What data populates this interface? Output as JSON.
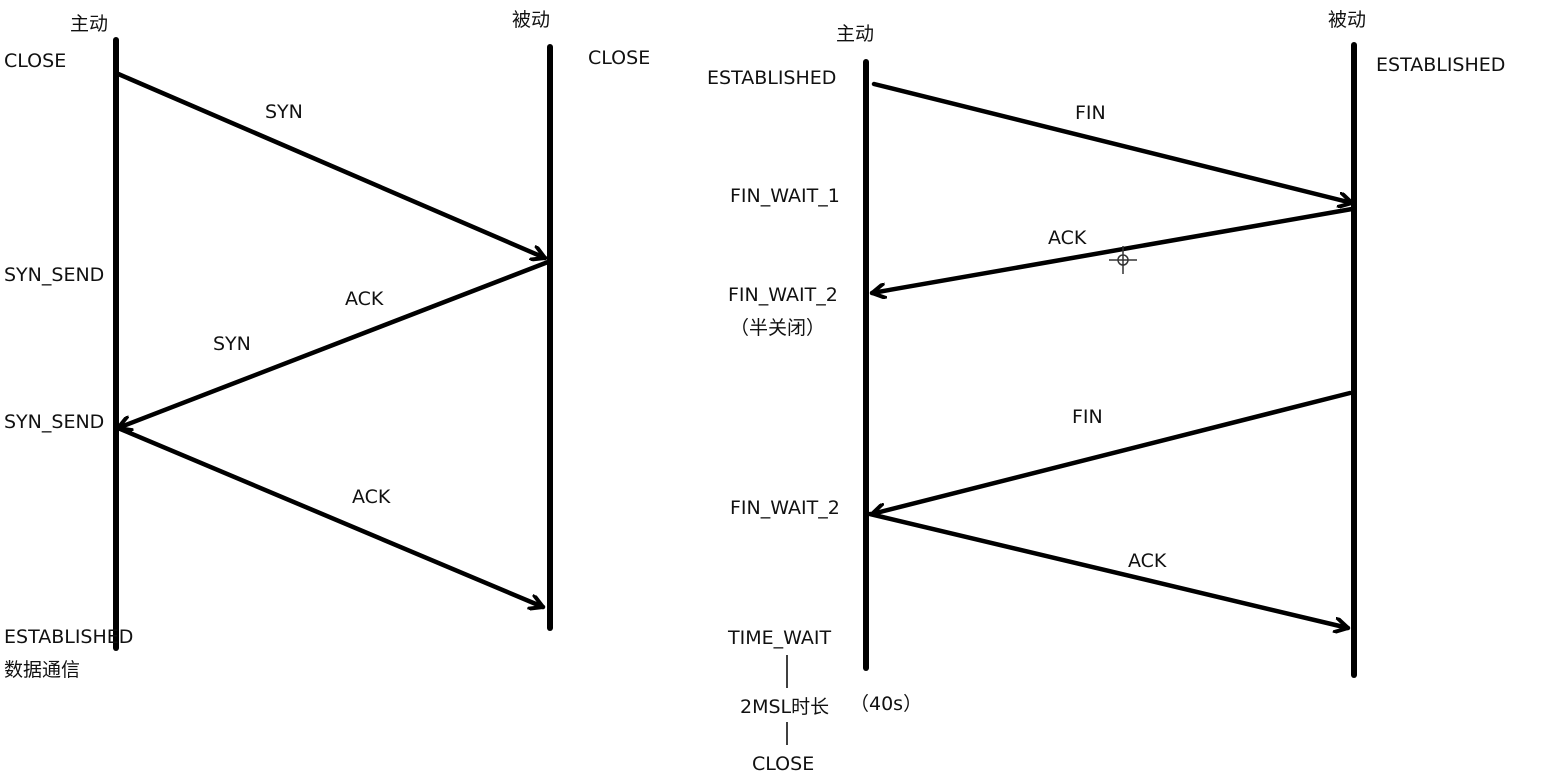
{
  "handshake": {
    "active_label": "主动",
    "passive_label": "被动",
    "states_active": [
      "CLOSE",
      "SYN_SEND",
      "SYN_SEND",
      "ESTABLISHED",
      "数据通信"
    ],
    "state_passive": "CLOSE",
    "messages": {
      "syn1": "SYN",
      "ack2": "ACK",
      "syn2": "SYN",
      "ack3": "ACK"
    }
  },
  "teardown": {
    "active_label": "主动",
    "passive_label": "被动",
    "states_active": [
      "ESTABLISHED",
      "FIN_WAIT_1",
      "FIN_WAIT_2",
      "（半关闭）",
      "FIN_WAIT_2",
      "TIME_WAIT",
      "2MSL时长",
      "CLOSE"
    ],
    "state_passive": "ESTABLISHED",
    "duration_note": "（40s）",
    "messages": {
      "fin1": "FIN",
      "ack1": "ACK",
      "fin2": "FIN",
      "ack2": "ACK"
    }
  },
  "colors": {
    "line": "#000000",
    "text": "#111111",
    "background": "#ffffff"
  }
}
